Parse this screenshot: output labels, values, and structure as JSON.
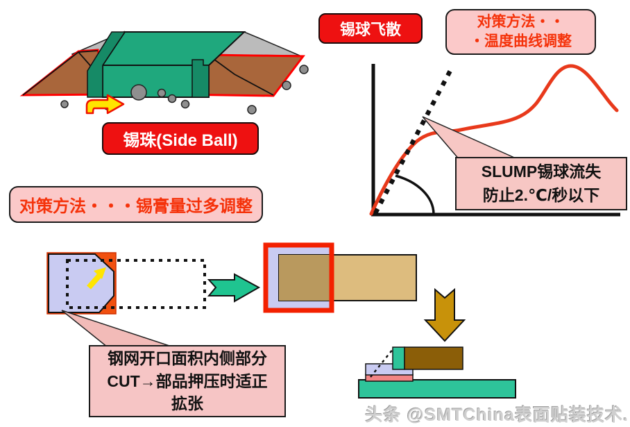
{
  "slide": {
    "watermark": "头条 @SMTChina表面贴装技术.",
    "background": "#ffffff"
  },
  "labels": {
    "side_ball": "锡珠(Side Ball)",
    "ball_scatter": "锡球飞散"
  },
  "countermeasure_temp": {
    "line1": "对策方法・・",
    "line2": "・温度曲线调整"
  },
  "countermeasure_paste": {
    "text": "对策方法・・・锡膏量过多调整"
  },
  "slump_note": {
    "line1": "SLUMP锡球流失",
    "line2": "防止2.℃/秒以下"
  },
  "stencil_note": {
    "line1": "钢网开口面积内侧部分",
    "line2": "CUT→部品押压时适正",
    "line3": "拡张"
  },
  "graph": {
    "description": "温度曲线示意图：黑色虚线为过陡升温斜率，红色实线为调整后温度曲线，黑色圆弧表示升温斜率角度",
    "annotation_target": "升温斜率区域"
  },
  "colors": {
    "accent_red": "#ee1111",
    "pink_fill": "#fbc9c9",
    "red_text": "#f5320a",
    "curve_red": "#e8391b",
    "component_teal": "#1fa87d",
    "component_cap_teal": "#168a66",
    "solder_brown": "#a9663b",
    "pad_outline_red": "#ff0000",
    "ball_gray": "#8f8f8f",
    "lavender": "#c9cbf2",
    "aperture_orange": "#f1500f",
    "tan": "#ddbc7e",
    "tan_overlap": "#b9995e",
    "gold_arrow": "#c8920a",
    "chip_brown": "#8b5e08",
    "pcb_teal": "#2ec49a",
    "paste_salmon": "#f28585"
  }
}
